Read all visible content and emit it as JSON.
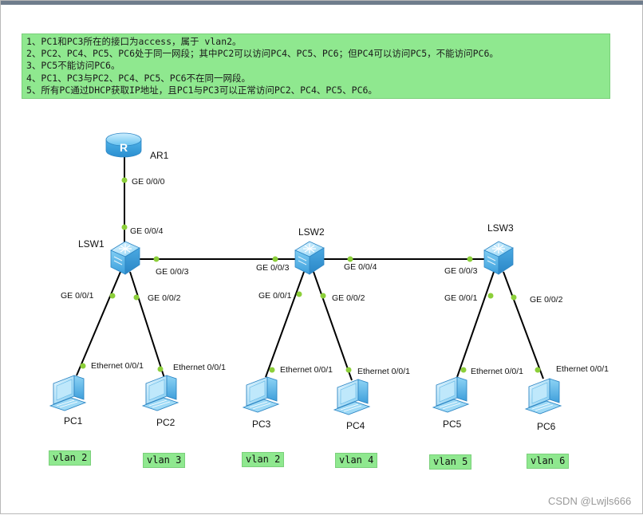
{
  "requirements": [
    "1、PC1和PC3所在的接口为access，属于 vlan2。",
    "2、PC2、PC4、PC5、PC6处于同一网段；其中PC2可以访问PC4、PC5、PC6；但PC4可以访问PC5，不能访问PC6。",
    "3、PC5不能访问PC6。",
    "4、PC1、PC3与PC2、PC4、PC5、PC6不在同一网段。",
    "5、所有PC通过DHCP获取IP地址，且PC1与PC3可以正常访问PC2、PC4、PC5、PC6。"
  ],
  "devices": {
    "router": "AR1",
    "switches": [
      "LSW1",
      "LSW2",
      "LSW3"
    ],
    "pcs": [
      "PC1",
      "PC2",
      "PC3",
      "PC4",
      "PC5",
      "PC6"
    ]
  },
  "ports": {
    "ar1_down": "GE 0/0/0",
    "lsw1_up": "GE 0/0/4",
    "lsw1_right": "GE 0/0/3",
    "lsw1_p1": "GE 0/0/1",
    "lsw1_p2": "GE 0/0/2",
    "lsw2_left": "GE 0/0/3",
    "lsw2_right": "GE 0/0/4",
    "lsw2_p1": "GE 0/0/1",
    "lsw2_p2": "GE 0/0/2",
    "lsw3_left": "GE 0/0/3",
    "lsw3_p1": "GE 0/0/1",
    "lsw3_p2": "GE 0/0/2",
    "pc_eth": "Ethernet 0/0/1"
  },
  "vlans": [
    "vlan 2",
    "vlan 3",
    "vlan 2",
    "vlan 4",
    "vlan 5",
    "vlan 6"
  ],
  "watermark": "CSDN @Lwjls666",
  "colors": {
    "highlight": "#8fe88f",
    "port_dot": "#8ccf3a",
    "link": "#000000",
    "device_blue": "#5ab4e8"
  }
}
